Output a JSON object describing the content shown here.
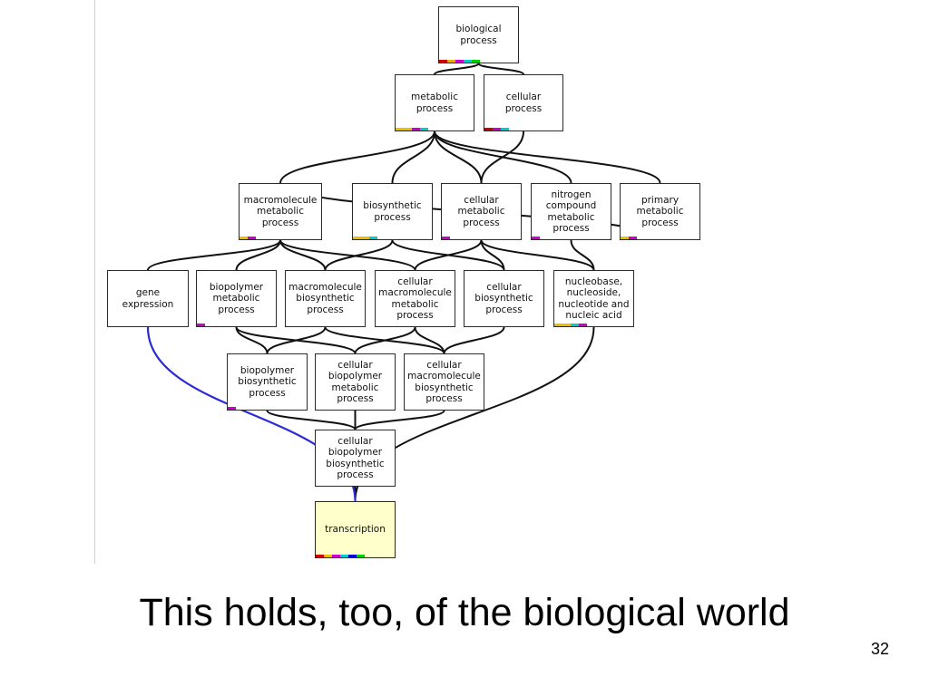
{
  "diagram": {
    "edge_color": "#111111",
    "highlight_edge_color": "#2a2ad8",
    "nodes": [
      {
        "id": "biological-process",
        "label": "biological\nprocess",
        "colors": [
          "#cc0000",
          "#e8b000",
          "#cc00cc",
          "#00cccc",
          "#00cc00"
        ]
      },
      {
        "id": "metabolic-process",
        "label": "metabolic\nprocess",
        "colors": [
          "#e8c000",
          "#e8c000",
          "#cc00cc",
          "#00cccc"
        ]
      },
      {
        "id": "cellular-process",
        "label": "cellular\nprocess",
        "colors": [
          "#cc0000",
          "#cc00cc",
          "#00cccc"
        ]
      },
      {
        "id": "macromolecule-metabolic-process",
        "label": "macromolecule\nmetabolic\nprocess",
        "colors": [
          "#e8c000",
          "#cc00cc"
        ]
      },
      {
        "id": "biosynthetic-process",
        "label": "biosynthetic\nprocess",
        "colors": [
          "#e8c000",
          "#e8c000",
          "#00cccc"
        ]
      },
      {
        "id": "cellular-metabolic-process",
        "label": "cellular\nmetabolic\nprocess",
        "colors": [
          "#cc00cc"
        ]
      },
      {
        "id": "nitrogen-compound-metabolic-process",
        "label": "nitrogen\ncompound\nmetabolic\nprocess",
        "colors": [
          "#cc00cc"
        ]
      },
      {
        "id": "primary-metabolic-process",
        "label": "primary\nmetabolic\nprocess",
        "colors": [
          "#e8c000",
          "#cc00cc"
        ]
      },
      {
        "id": "gene-expression",
        "label": "gene\nexpression",
        "colors": []
      },
      {
        "id": "biopolymer-metabolic-process",
        "label": "biopolymer\nmetabolic\nprocess",
        "colors": [
          "#cc00cc"
        ]
      },
      {
        "id": "macromolecule-biosynthetic-process",
        "label": "macromolecule\nbiosynthetic\nprocess",
        "colors": []
      },
      {
        "id": "cellular-macromolecule-metabolic-process",
        "label": "cellular\nmacromolecule\nmetabolic\nprocess",
        "colors": []
      },
      {
        "id": "cellular-biosynthetic-process",
        "label": "cellular\nbiosynthetic\nprocess",
        "colors": []
      },
      {
        "id": "nucleobase-nucleoside-nucleotide-and-nucleic-acid",
        "label": "nucleobase,\nnucleoside,\nnucleotide and\nnucleic acid",
        "colors": [
          "#e8c000",
          "#e8c000",
          "#00cccc",
          "#cc00cc"
        ]
      },
      {
        "id": "biopolymer-biosynthetic-process",
        "label": "biopolymer\nbiosynthetic\nprocess",
        "colors": [
          "#cc00cc"
        ]
      },
      {
        "id": "cellular-biopolymer-metabolic-process",
        "label": "cellular\nbiopolymer\nmetabolic\nprocess",
        "colors": []
      },
      {
        "id": "cellular-macromolecule-biosynthetic-process",
        "label": "cellular\nmacromolecule\nbiosynthetic\nprocess",
        "colors": []
      },
      {
        "id": "cellular-biopolymer-biosynthetic-process",
        "label": "cellular\nbiopolymer\nbiosynthetic\nprocess",
        "colors": []
      },
      {
        "id": "transcription",
        "label": "transcription",
        "highlight": true,
        "colors": [
          "#cc0000",
          "#e8c000",
          "#cc00cc",
          "#00cccc",
          "#0000cc",
          "#00cc00"
        ]
      }
    ],
    "edges": [
      [
        "biological-process",
        "metabolic-process"
      ],
      [
        "biological-process",
        "cellular-process"
      ],
      [
        "metabolic-process",
        "macromolecule-metabolic-process"
      ],
      [
        "metabolic-process",
        "biosynthetic-process"
      ],
      [
        "metabolic-process",
        "cellular-metabolic-process"
      ],
      [
        "metabolic-process",
        "nitrogen-compound-metabolic-process"
      ],
      [
        "metabolic-process",
        "primary-metabolic-process"
      ],
      [
        "cellular-process",
        "cellular-metabolic-process"
      ],
      [
        "macromolecule-metabolic-process",
        "gene-expression"
      ],
      [
        "macromolecule-metabolic-process",
        "biopolymer-metabolic-process"
      ],
      [
        "macromolecule-metabolic-process",
        "macromolecule-biosynthetic-process"
      ],
      [
        "macromolecule-metabolic-process",
        "cellular-macromolecule-metabolic-process"
      ],
      [
        "biosynthetic-process",
        "macromolecule-biosynthetic-process"
      ],
      [
        "biosynthetic-process",
        "cellular-biosynthetic-process"
      ],
      [
        "cellular-metabolic-process",
        "cellular-macromolecule-metabolic-process"
      ],
      [
        "cellular-metabolic-process",
        "cellular-biosynthetic-process"
      ],
      [
        "cellular-metabolic-process",
        "nucleobase-nucleoside-nucleotide-and-nucleic-acid"
      ],
      [
        "nitrogen-compound-metabolic-process",
        "nucleobase-nucleoside-nucleotide-and-nucleic-acid"
      ],
      [
        "primary-metabolic-process",
        "macromolecule-metabolic-process"
      ],
      [
        "biopolymer-metabolic-process",
        "biopolymer-biosynthetic-process"
      ],
      [
        "biopolymer-metabolic-process",
        "cellular-biopolymer-metabolic-process"
      ],
      [
        "macromolecule-biosynthetic-process",
        "biopolymer-biosynthetic-process"
      ],
      [
        "macromolecule-biosynthetic-process",
        "cellular-macromolecule-biosynthetic-process"
      ],
      [
        "cellular-macromolecule-metabolic-process",
        "cellular-biopolymer-metabolic-process"
      ],
      [
        "cellular-macromolecule-metabolic-process",
        "cellular-macromolecule-biosynthetic-process"
      ],
      [
        "cellular-biosynthetic-process",
        "cellular-macromolecule-biosynthetic-process"
      ],
      [
        "biopolymer-biosynthetic-process",
        "cellular-biopolymer-biosynthetic-process"
      ],
      [
        "cellular-biopolymer-metabolic-process",
        "cellular-biopolymer-biosynthetic-process"
      ],
      [
        "cellular-macromolecule-biosynthetic-process",
        "cellular-biopolymer-biosynthetic-process"
      ],
      [
        "cellular-biopolymer-biosynthetic-process",
        "transcription"
      ],
      [
        "nucleobase-nucleoside-nucleotide-and-nucleic-acid",
        "transcription"
      ],
      [
        "gene-expression",
        "transcription",
        "highlight"
      ]
    ]
  },
  "caption": "This holds, too, of the biological world",
  "slide_number": "32"
}
